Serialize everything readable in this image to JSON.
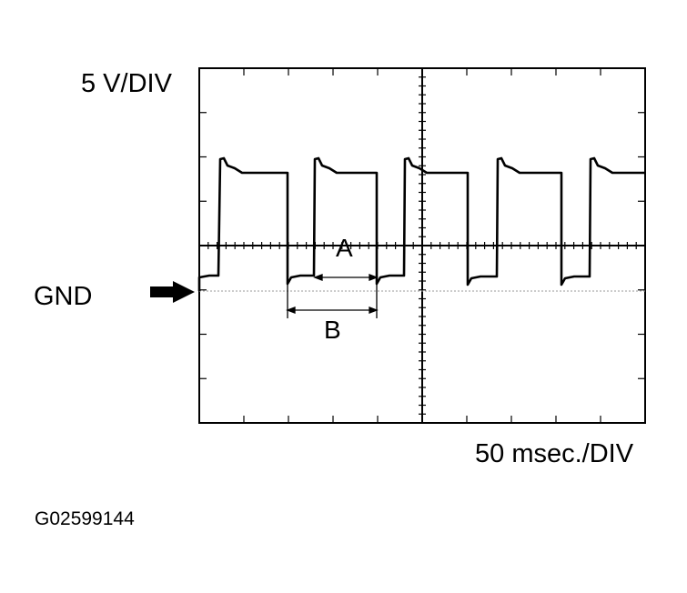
{
  "scope": {
    "vertical_scale_label": "5 V/DIV",
    "time_scale_label": "50 msec./DIV",
    "ground_label": "GND",
    "ground_arrow_icon": "arrow-right-icon"
  },
  "measurements": {
    "segment_a_label": "A",
    "segment_b_label": "B"
  },
  "figure_code": "G02599144",
  "colors": {
    "trace": "#000000",
    "grid": "#000000",
    "ground_line": "#999999",
    "background": "#ffffff"
  }
}
